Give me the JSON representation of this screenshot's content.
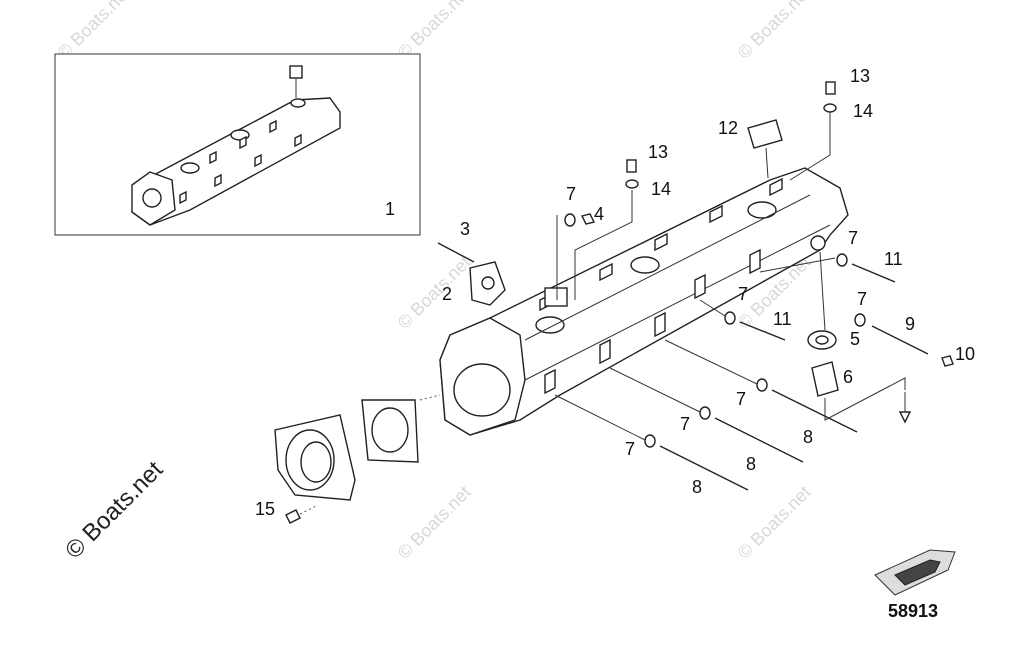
{
  "diagram": {
    "reference_number": "58913",
    "watermark_text": "© Boats.net",
    "callouts": [
      {
        "id": "c1",
        "label": "1"
      },
      {
        "id": "c2",
        "label": "2"
      },
      {
        "id": "c3",
        "label": "3"
      },
      {
        "id": "c4",
        "label": "4"
      },
      {
        "id": "c5",
        "label": "5"
      },
      {
        "id": "c6",
        "label": "6"
      },
      {
        "id": "c7a",
        "label": "7"
      },
      {
        "id": "c7b",
        "label": "7"
      },
      {
        "id": "c7c",
        "label": "7"
      },
      {
        "id": "c7d",
        "label": "7"
      },
      {
        "id": "c7e",
        "label": "7"
      },
      {
        "id": "c7f",
        "label": "7"
      },
      {
        "id": "c7g",
        "label": "7"
      },
      {
        "id": "c8a",
        "label": "8"
      },
      {
        "id": "c8b",
        "label": "8"
      },
      {
        "id": "c8c",
        "label": "8"
      },
      {
        "id": "c9",
        "label": "9"
      },
      {
        "id": "c10",
        "label": "10"
      },
      {
        "id": "c11a",
        "label": "11"
      },
      {
        "id": "c11b",
        "label": "11"
      },
      {
        "id": "c12",
        "label": "12"
      },
      {
        "id": "c13a",
        "label": "13"
      },
      {
        "id": "c13b",
        "label": "13"
      },
      {
        "id": "c14a",
        "label": "14"
      },
      {
        "id": "c14b",
        "label": "14"
      },
      {
        "id": "c15",
        "label": "15"
      }
    ]
  }
}
